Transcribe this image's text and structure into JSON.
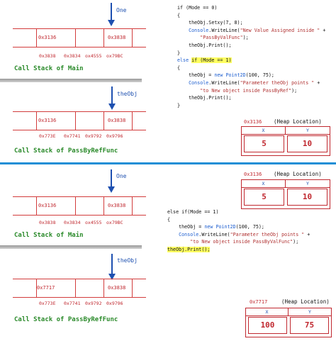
{
  "panel1": {
    "arrow_label": "One",
    "stack_values": [
      "0x3136",
      "0x3838"
    ],
    "addresses": [
      "0x3838",
      "0x3834",
      "ox4555",
      "ox79BC"
    ],
    "caption": "Call Stack of Main"
  },
  "panel2": {
    "arrow_label": "theObj",
    "stack_values": [
      "0x3136",
      "0x3838"
    ],
    "addresses": [
      "0x773E",
      "0x7741",
      "0x9792",
      "0x9796"
    ],
    "caption": "Call Stack of PassByRefFunc"
  },
  "panel3": {
    "arrow_label": "One",
    "stack_values": [
      "0x3136",
      "0x3838"
    ],
    "addresses": [
      "0x3838",
      "0x3834",
      "ox4555",
      "ox79BC"
    ],
    "caption": "Call Stack of Main"
  },
  "panel4": {
    "arrow_label": "theObj",
    "stack_values": [
      "0x7717",
      "0x3838"
    ],
    "addresses": [
      "0x773E",
      "0x7741",
      "0x9792",
      "0x9796"
    ],
    "caption": "Call Stack of PassByRefFunc"
  },
  "code1": [
    {
      "parts": [
        {
          "t": "if (Mode == 0)"
        }
      ]
    },
    {
      "parts": [
        {
          "t": "{"
        }
      ]
    },
    {
      "parts": [
        {
          "t": "    theObj.Setxy(7, 8);"
        }
      ]
    },
    {
      "parts": [
        {
          "t": "    ",
          "c": ""
        },
        {
          "t": "Console",
          "c": "kw"
        },
        {
          "t": ".WriteLine("
        },
        {
          "t": "\"New Value Assigned inside \"",
          "c": "str"
        },
        {
          "t": " +"
        }
      ]
    },
    {
      "parts": [
        {
          "t": "        "
        },
        {
          "t": "\"PassByValFunc\"",
          "c": "str"
        },
        {
          "t": ");"
        }
      ]
    },
    {
      "parts": [
        {
          "t": "    theObj.Print();"
        }
      ]
    },
    {
      "parts": [
        {
          "t": "}"
        }
      ]
    },
    {
      "parts": [
        {
          "t": "else ",
          "c": "kw"
        },
        {
          "t": "if (Mode == 1)",
          "c": "hl"
        }
      ]
    },
    {
      "parts": [
        {
          "t": "{"
        }
      ]
    },
    {
      "parts": [
        {
          "t": "    theObj = "
        },
        {
          "t": "new",
          "c": "kw"
        },
        {
          "t": " "
        },
        {
          "t": "Point2D",
          "c": "kw"
        },
        {
          "t": "(100, 75);"
        }
      ]
    },
    {
      "parts": [
        {
          "t": "    "
        },
        {
          "t": "Console",
          "c": "kw"
        },
        {
          "t": ".WriteLine("
        },
        {
          "t": "\"Parameter theObj points \"",
          "c": "str"
        },
        {
          "t": " +"
        }
      ]
    },
    {
      "parts": [
        {
          "t": "        "
        },
        {
          "t": "\"to New object inside PassByRef\"",
          "c": "str"
        },
        {
          "t": ");"
        }
      ]
    },
    {
      "parts": [
        {
          "t": "    theObj.Print();"
        }
      ]
    },
    {
      "parts": [
        {
          "t": "}"
        }
      ]
    }
  ],
  "code2": [
    {
      "parts": [
        {
          "t": "else if(Mode == 1)"
        }
      ]
    },
    {
      "parts": [
        {
          "t": "{"
        }
      ]
    },
    {
      "parts": [
        {
          "t": "    theObj = "
        },
        {
          "t": "new",
          "c": "kw"
        },
        {
          "t": " "
        },
        {
          "t": "Point2D",
          "c": "kw"
        },
        {
          "t": "(100, 75);"
        }
      ]
    },
    {
      "parts": [
        {
          "t": "    "
        },
        {
          "t": "Console",
          "c": "kw"
        },
        {
          "t": ".WriteLine("
        },
        {
          "t": "\"Parameter theObj points \"",
          "c": "str"
        },
        {
          "t": " +"
        }
      ]
    },
    {
      "parts": [
        {
          "t": "        "
        },
        {
          "t": "\"to New object inside PassByValFunc\"",
          "c": "str"
        },
        {
          "t": ");"
        }
      ]
    },
    {
      "parts": [
        {
          "t": "theObj.Print();",
          "c": "hl"
        }
      ]
    }
  ],
  "heap1": {
    "addr": "0x3136",
    "label": "(Heap Location)",
    "col_x": "X",
    "col_y": "Y",
    "x": "5",
    "y": "10"
  },
  "heap2": {
    "addr": "0x3136",
    "label": "(Heap Location)",
    "col_x": "X",
    "col_y": "Y",
    "x": "5",
    "y": "10"
  },
  "heap3": {
    "addr": "0x7717",
    "label": "(Heap Location)",
    "col_x": "X",
    "col_y": "Y",
    "x": "100",
    "y": "75"
  },
  "colors": {
    "divider": "#1f8fd6",
    "stack_line": "#d23c3c",
    "caption": "#2a8a2a",
    "arrow": "#1e50b0"
  }
}
